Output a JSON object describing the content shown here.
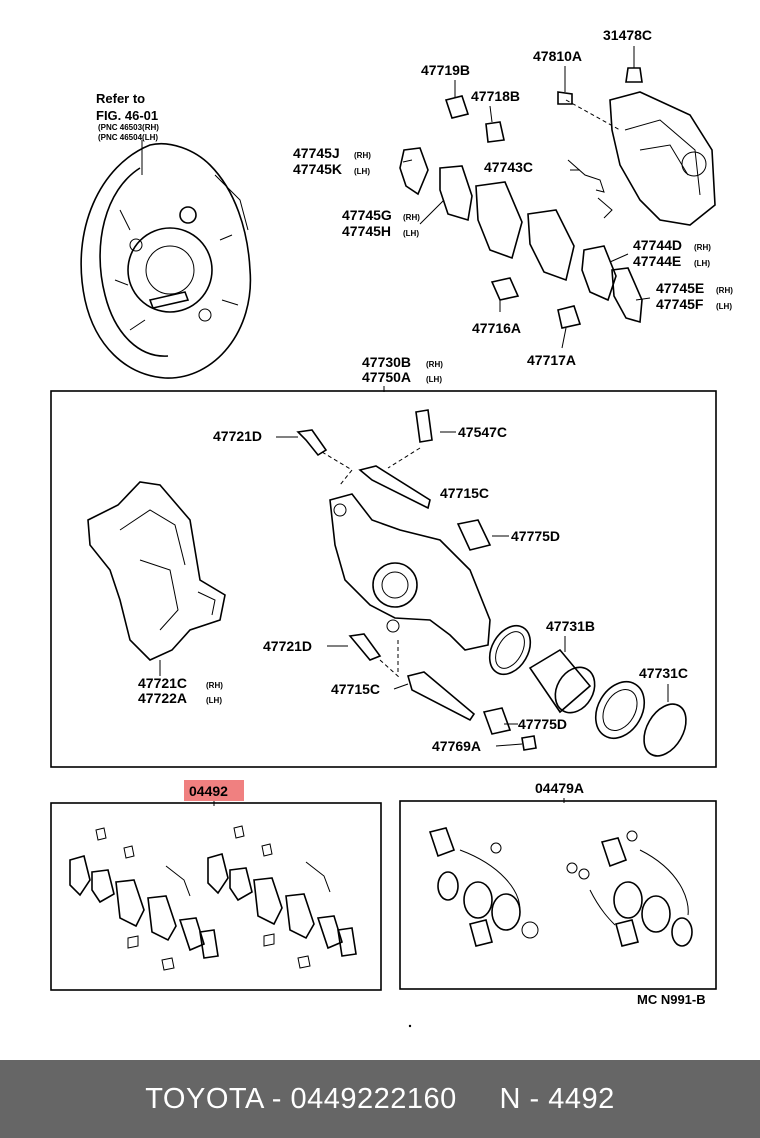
{
  "diagram": {
    "refer_note": [
      "Refer to",
      "FIG. 46-01",
      "(PNC 46503(RH)",
      "(PNC 46504(LH)"
    ],
    "labels": {
      "p31478C": "31478C",
      "p47810A": "47810A",
      "p47719B": "47719B",
      "p47718B": "47718B",
      "p47743C": "47743C",
      "p47745J": "47745J",
      "p47745K": "47745K",
      "p47745G": "47745G",
      "p47745H": "47745H",
      "p47744D": "47744D",
      "p47744E": "47744E",
      "p47745E": "47745E",
      "p47745F": "47745F",
      "p47716A": "47716A",
      "p47717A": "47717A",
      "p47730B": "47730B",
      "p47750A": "47750A",
      "p47721D_a": "47721D",
      "p47547C": "47547C",
      "p47715C_a": "47715C",
      "p47775D_a": "47775D",
      "p47731B": "47731B",
      "p47721C": "47721C",
      "p47722A": "47722A",
      "p47721D_b": "47721D",
      "p47715C_b": "47715C",
      "p47775D_b": "47775D",
      "p47731C": "47731C",
      "p47769A": "47769A",
      "p04492": "04492",
      "p04479A": "04479A"
    },
    "side_rh": "(RH)",
    "side_lh": "(LH)",
    "code": "MC  N991-B",
    "highlight_color": "#f08080"
  },
  "footer": {
    "text": "TOYOTA - 0449222160     N - 4492"
  }
}
